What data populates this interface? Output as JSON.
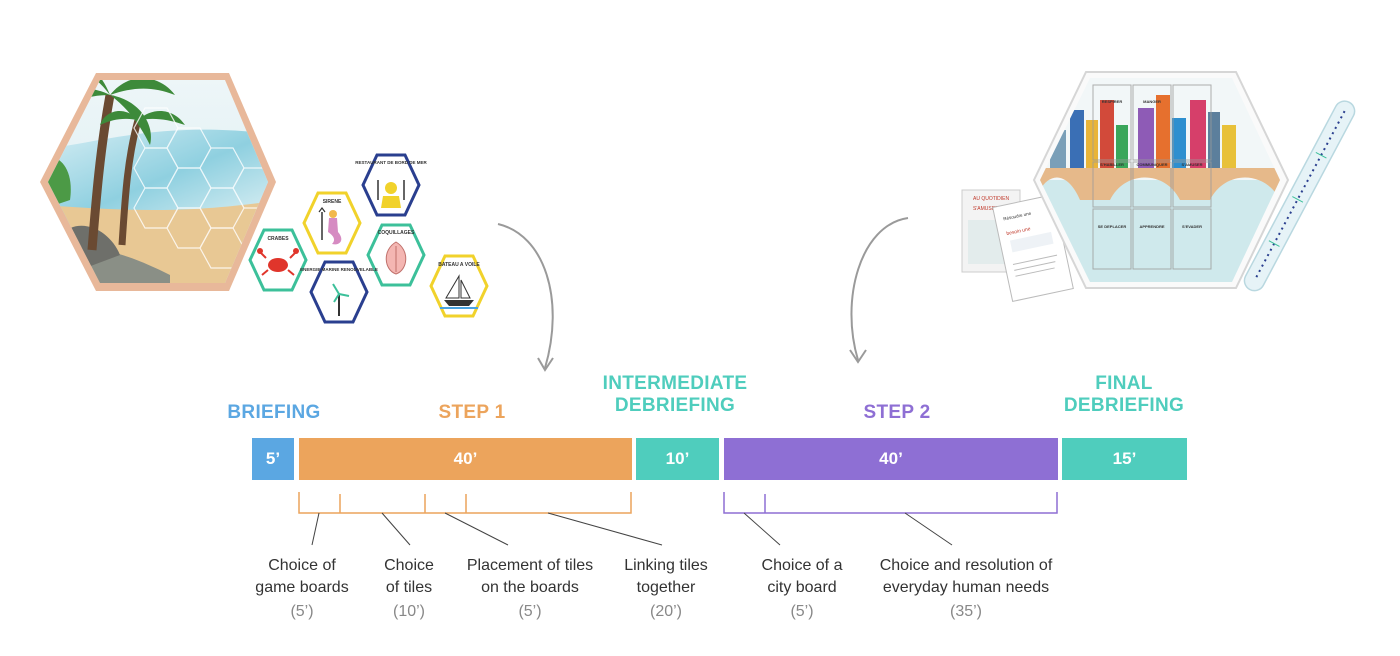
{
  "colors": {
    "briefing": "#5ba7e2",
    "step1": "#eca45c",
    "debrief": "#4fcdbd",
    "step2": "#8e6fd4",
    "arrow": "#9a9a9a",
    "text": "#333333",
    "duration": "#888888"
  },
  "phases": {
    "briefing": "BRIEFING",
    "step1": "STEP 1",
    "intermediate_line1": "INTERMEDIATE",
    "intermediate_line2": "DEBRIEFING",
    "step2": "STEP 2",
    "final_line1": "FINAL",
    "final_line2": "DEBRIEFING"
  },
  "timeline": {
    "briefing": "5’",
    "step1": "40’",
    "intermediate": "10’",
    "step2": "40’",
    "final": "15’"
  },
  "substeps": [
    {
      "line1": "Choice of",
      "line2": "game boards",
      "duration": "(5’)"
    },
    {
      "line1": "Choice",
      "line2": "of tiles",
      "duration": "(10’)"
    },
    {
      "line1": "Placement of tiles",
      "line2": "on the boards",
      "duration": "(5’)"
    },
    {
      "line1": "Linking tiles",
      "line2": "together",
      "duration": "(20’)"
    },
    {
      "line1": "Choice of a",
      "line2": "city board",
      "duration": "(5’)"
    },
    {
      "line1": "Choice and resolution of",
      "line2": "everyday human needs",
      "duration": "(35’)"
    }
  ],
  "tiles": {
    "crabs": "CRABES",
    "siren": "SIRENE",
    "restaurant": "RESTAURANT DE BORD DE MER",
    "shells": "COQUILLAGES",
    "energy": "ENERGIE MARINE RENOUVELABLE",
    "boat": "BATEAU A VOILE"
  },
  "city_board": {
    "cells": [
      "RESPIRER",
      "MANGER",
      "S'HABILLER",
      "COMMUNIQUER",
      "S'AMUSER",
      "SE DEPLACER",
      "APPRENDRE",
      "S'EVADER"
    ]
  },
  "icons": [
    "beach-board-illustration",
    "crab-icon",
    "mermaid-icon",
    "chef-icon",
    "shell-icon",
    "wind-turbine-icon",
    "sailboat-icon",
    "city-board-illustration",
    "cards-illustration",
    "ruler-illustration",
    "curved-arrow-icon"
  ]
}
